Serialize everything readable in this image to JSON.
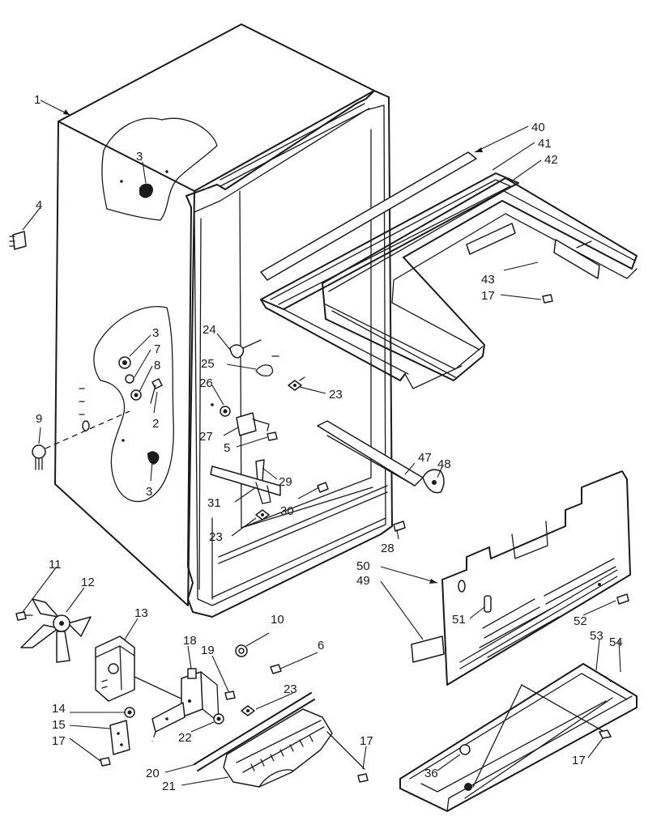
{
  "diagram": {
    "callouts": [
      {
        "id": "c1",
        "text": "1"
      },
      {
        "id": "c3a",
        "text": "3"
      },
      {
        "id": "c4",
        "text": "4"
      },
      {
        "id": "c3b",
        "text": "3"
      },
      {
        "id": "c7",
        "text": "7"
      },
      {
        "id": "c8",
        "text": "8"
      },
      {
        "id": "c2",
        "text": "2"
      },
      {
        "id": "c9",
        "text": "9"
      },
      {
        "id": "c3c",
        "text": "3"
      },
      {
        "id": "c24",
        "text": "24"
      },
      {
        "id": "c25",
        "text": "25"
      },
      {
        "id": "c26",
        "text": "26"
      },
      {
        "id": "c27",
        "text": "27"
      },
      {
        "id": "c5",
        "text": "5"
      },
      {
        "id": "c29",
        "text": "29"
      },
      {
        "id": "c31",
        "text": "31"
      },
      {
        "id": "c30",
        "text": "30"
      },
      {
        "id": "c23a",
        "text": "23"
      },
      {
        "id": "c23b",
        "text": "23"
      },
      {
        "id": "c40",
        "text": "40"
      },
      {
        "id": "c41",
        "text": "41"
      },
      {
        "id": "c42",
        "text": "42"
      },
      {
        "id": "c43",
        "text": "43"
      },
      {
        "id": "c17a",
        "text": "17"
      },
      {
        "id": "c47",
        "text": "47"
      },
      {
        "id": "c48",
        "text": "48"
      },
      {
        "id": "c28",
        "text": "28"
      },
      {
        "id": "c50",
        "text": "50"
      },
      {
        "id": "c49",
        "text": "49"
      },
      {
        "id": "c51",
        "text": "51"
      },
      {
        "id": "c52",
        "text": "52"
      },
      {
        "id": "c53",
        "text": "53"
      },
      {
        "id": "c54",
        "text": "54"
      },
      {
        "id": "c36",
        "text": "36"
      },
      {
        "id": "c17b",
        "text": "17"
      },
      {
        "id": "c11",
        "text": "11"
      },
      {
        "id": "c12",
        "text": "12"
      },
      {
        "id": "c13",
        "text": "13"
      },
      {
        "id": "c18",
        "text": "18"
      },
      {
        "id": "c19",
        "text": "19"
      },
      {
        "id": "c10",
        "text": "10"
      },
      {
        "id": "c6",
        "text": "6"
      },
      {
        "id": "c23c",
        "text": "23"
      },
      {
        "id": "c14",
        "text": "14"
      },
      {
        "id": "c15",
        "text": "15"
      },
      {
        "id": "c17c",
        "text": "17"
      },
      {
        "id": "c22",
        "text": "22"
      },
      {
        "id": "c20",
        "text": "20"
      },
      {
        "id": "c21",
        "text": "21"
      },
      {
        "id": "c17d",
        "text": "17"
      }
    ]
  }
}
